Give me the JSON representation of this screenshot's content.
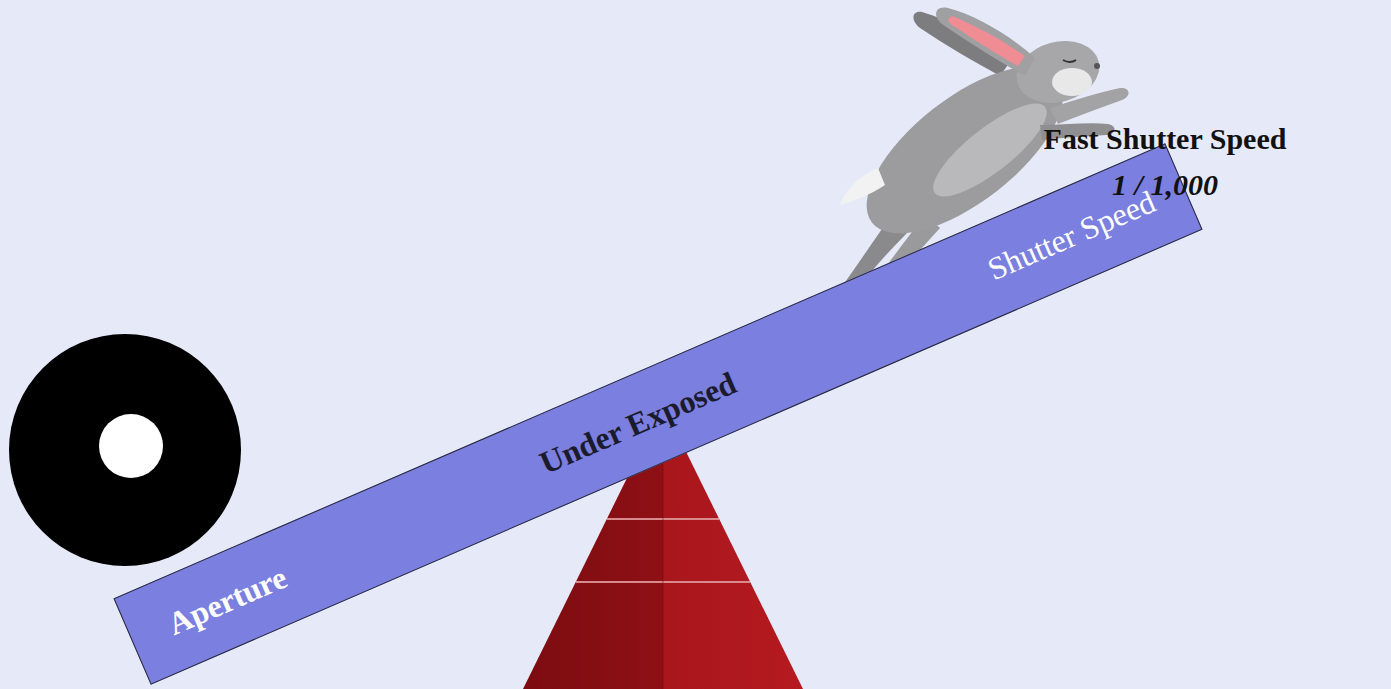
{
  "diagram": {
    "nodes": [
      {
        "text": [
          "Aperture",
          "Under Exposed",
          "Shutter Speed"
        ]
      }
    ],
    "labels": [
      "Fast Shutter Speed",
      "1 / 1,000"
    ]
  }
}
